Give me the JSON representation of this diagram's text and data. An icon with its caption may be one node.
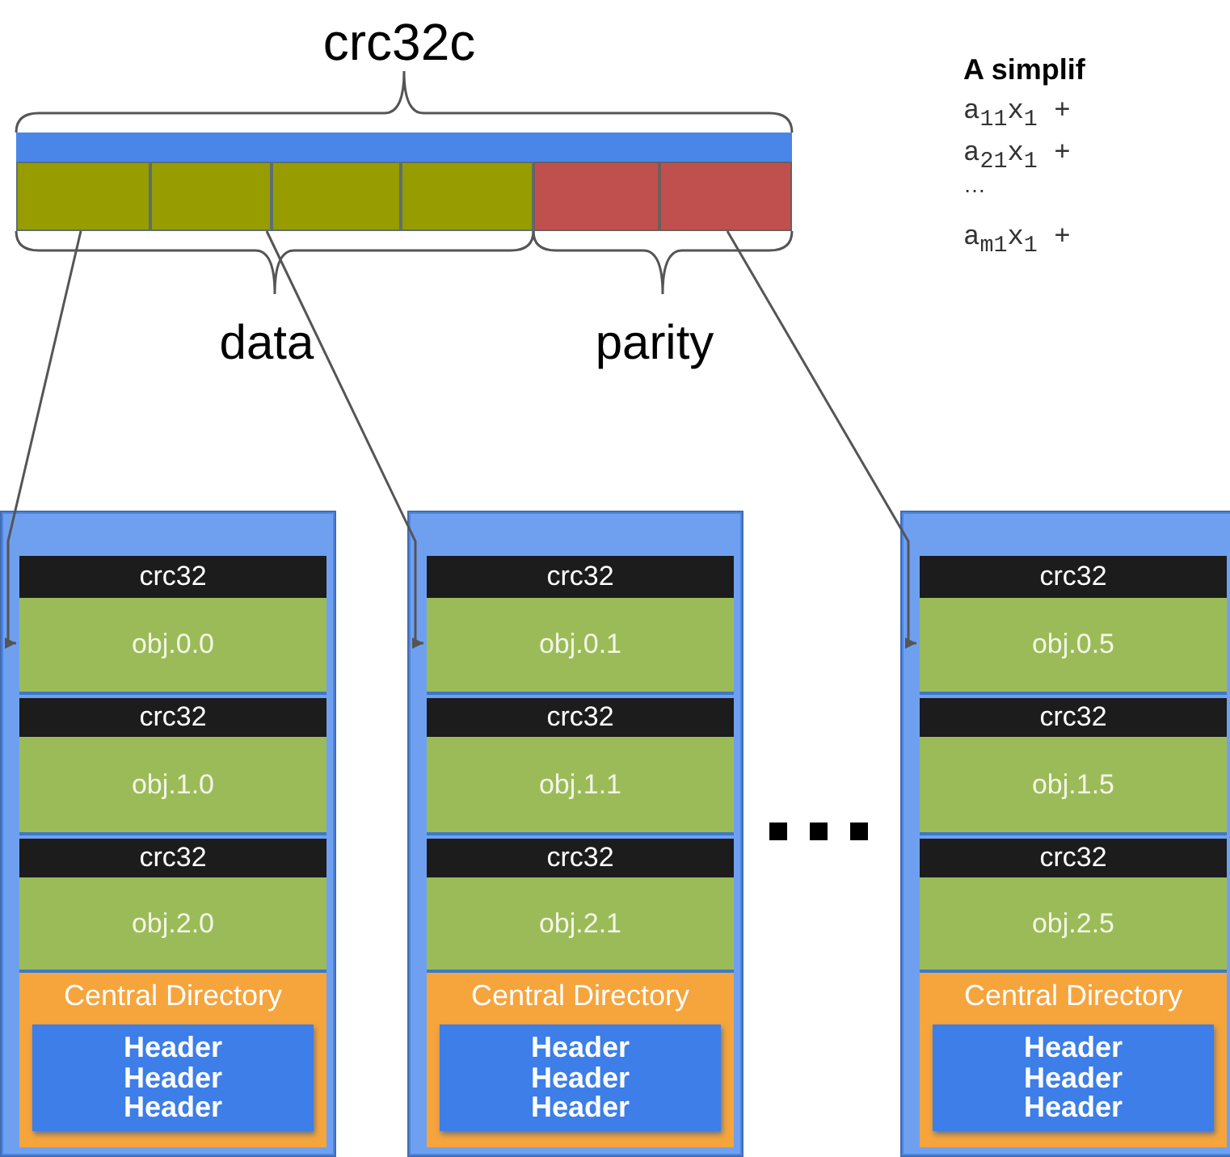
{
  "diagram": {
    "nodes": [
      {
        "text": [],
        "shape": "box"
      },
      {
        "text": [],
        "shape": "box"
      },
      {
        "text": [],
        "shape": "box"
      },
      {
        "text": [],
        "shape": "box"
      },
      {
        "text": [],
        "shape": "box"
      },
      {
        "text": [],
        "shape": "box"
      },
      {
        "text": [],
        "shape": "box"
      },
      {
        "text": [
          "crc32"
        ],
        "in": 6
      },
      {
        "text": [
          "obj.0.0"
        ],
        "in": 6
      },
      {
        "text": [
          "crc32"
        ],
        "in": 6
      },
      {
        "text": [
          "obj.1.0"
        ],
        "in": 6
      },
      {
        "text": [
          "crc32"
        ],
        "in": 6
      },
      {
        "text": [
          "obj.2.0"
        ],
        "in": 6
      },
      {
        "text": [
          "Central Directory"
        ],
        "in": 6
      },
      {
        "text": [
          "Header",
          "Header",
          "Header"
        ],
        "in": 13
      },
      {
        "text": [],
        "shape": "box"
      },
      {
        "text": [
          "crc32"
        ],
        "in": 15
      },
      {
        "text": [
          "obj.0.1"
        ],
        "in": 15
      },
      {
        "text": [
          "crc32"
        ],
        "in": 15
      },
      {
        "text": [
          "obj.1.1"
        ],
        "in": 15
      },
      {
        "text": [
          "crc32"
        ],
        "in": 15
      },
      {
        "text": [
          "obj.2.1"
        ],
        "in": 15
      },
      {
        "text": [
          "Central Directory"
        ],
        "in": 15
      },
      {
        "text": [
          "Header",
          "Header",
          "Header"
        ],
        "in": 22
      },
      {
        "text": [],
        "shape": "box"
      },
      {
        "text": [
          "crc32"
        ],
        "in": 24
      },
      {
        "text": [
          "obj.0.5"
        ],
        "in": 24
      },
      {
        "text": [
          "crc32"
        ],
        "in": 24
      },
      {
        "text": [
          "obj.1.5"
        ],
        "in": 24
      },
      {
        "text": [
          "crc32"
        ],
        "in": 24
      },
      {
        "text": [
          "obj.2.5"
        ],
        "in": 24
      },
      {
        "text": [
          "Central Directory"
        ],
        "in": 24
      },
      {
        "text": [
          "Header",
          "Header",
          "Header"
        ],
        "in": 31
      },
      {
        "text": [],
        "shape": "bar"
      }
    ],
    "edges": [
      {
        "from": 0,
        "to": 8,
        "arrow": "to"
      },
      {
        "from": 1,
        "to": 17,
        "arrow": "to"
      },
      {
        "from": 5,
        "to": 26,
        "arrow": "to"
      }
    ],
    "labels": [
      "crc32c",
      "A simplif",
      "data",
      "parity",
      "a$_{11}$x$_{1}$ +",
      "a$_{21}$x$_{1}$ +",
      "…",
      "a$_{m1}$x$_{1}$ +"
    ]
  }
}
